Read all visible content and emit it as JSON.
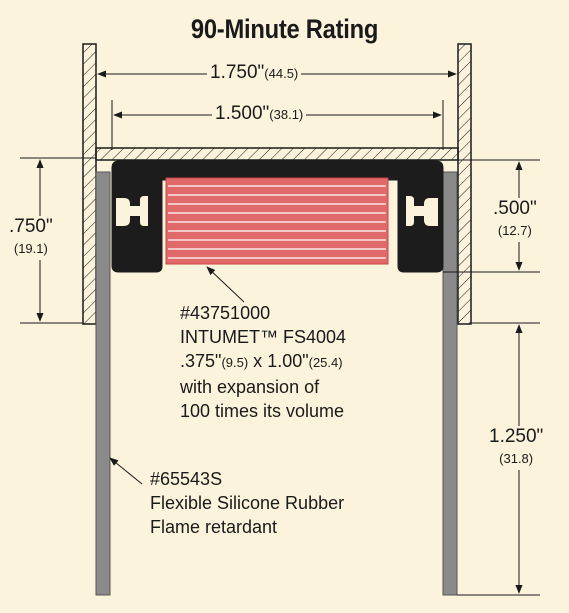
{
  "title": "90-Minute Rating",
  "dimensions": {
    "overall_width": {
      "main": "1.750\"",
      "metric": "(44.5)"
    },
    "inner_width": {
      "main": "1.500\"",
      "metric": "(38.1)"
    },
    "left_height": {
      "main": ".750\"",
      "metric": "(19.1)"
    },
    "right_height": {
      "main": ".500\"",
      "metric": "(12.7)"
    },
    "lower_height": {
      "main": "1.250\"",
      "metric": "(31.8)"
    }
  },
  "intumescent_label": {
    "part": "#43751000",
    "name": "INTUMET™ FS4004",
    "size_a": ".375\"",
    "size_a_metric": "(9.5)",
    "size_x": " x ",
    "size_b": "1.00\"",
    "size_b_metric": "(25.4)",
    "line4": "with expansion of",
    "line5": "100 times its volume"
  },
  "rubber_label": {
    "part": "#65543S",
    "line2": "Flexible Silicone Rubber",
    "line3": "Flame retardant"
  },
  "colors": {
    "background": "#fbf3dc",
    "intumescent": "#e06a6a",
    "gasket": "#1c1c1c",
    "rubber_strip": "#8a8a8a"
  }
}
